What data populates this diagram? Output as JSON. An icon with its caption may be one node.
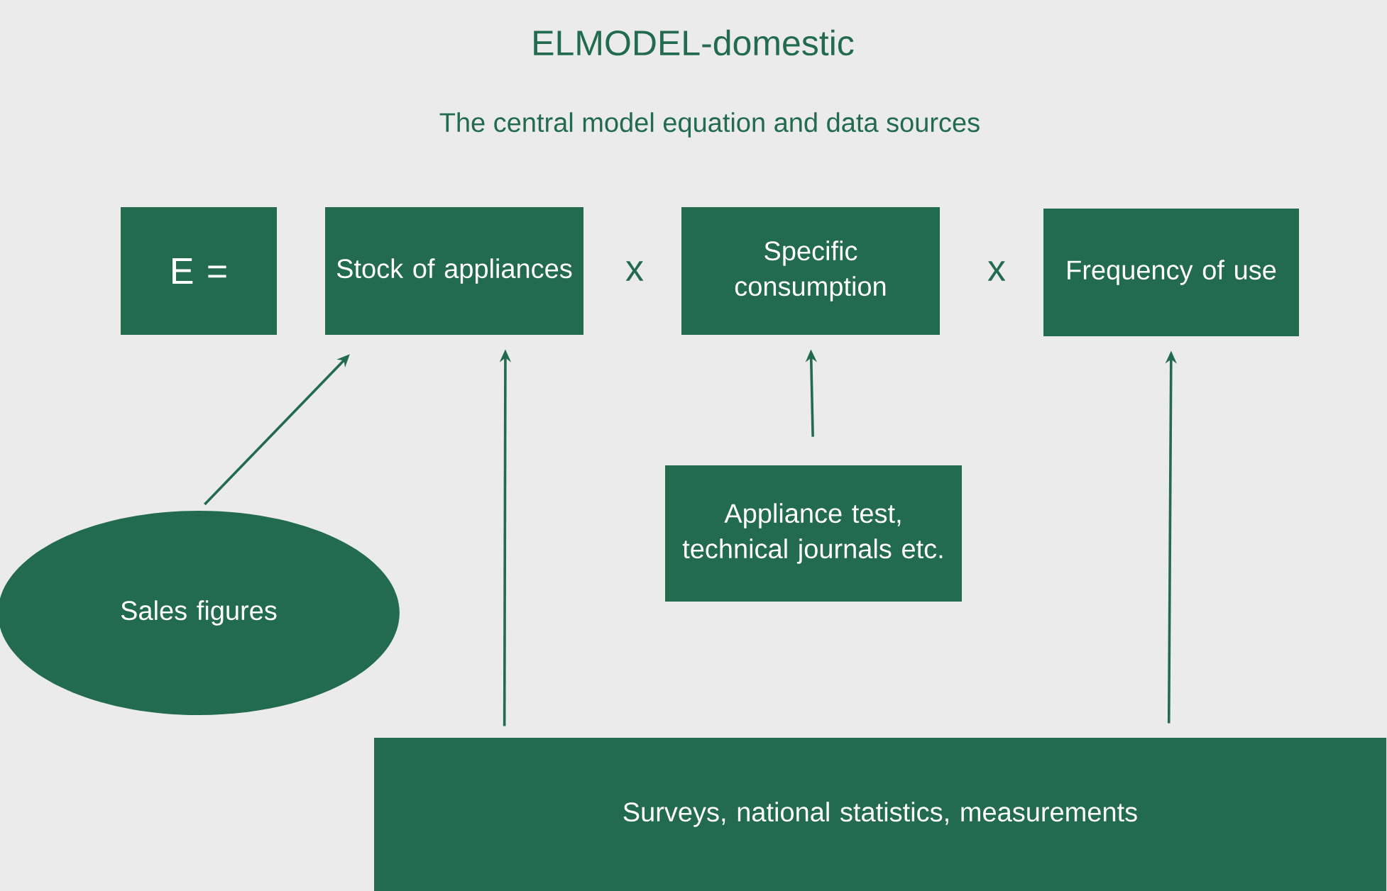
{
  "diagram": {
    "title": "ELMODEL-domestic",
    "nodes": [
      {
        "text": [
          "E ="
        ]
      },
      {
        "text": [
          "Stock of appliances"
        ]
      },
      {
        "text": [
          "Specific consumption"
        ]
      },
      {
        "text": [
          "Frequency of use"
        ]
      },
      {
        "text": [
          "Sales figures"
        ]
      },
      {
        "text": [
          "Appliance test, technical journals etc."
        ]
      },
      {
        "text": [
          "Surveys, national statistics, measurements"
        ]
      }
    ],
    "edges": [
      {
        "from": 4,
        "to": 1,
        "arrow": "to"
      },
      {
        "from": 6,
        "to": 1,
        "arrow": "to"
      },
      {
        "from": 5,
        "to": 2,
        "arrow": "to"
      },
      {
        "from": 6,
        "to": 3,
        "arrow": "to"
      }
    ],
    "labels": [
      "The central model equation and data sources",
      "x",
      "x"
    ]
  }
}
